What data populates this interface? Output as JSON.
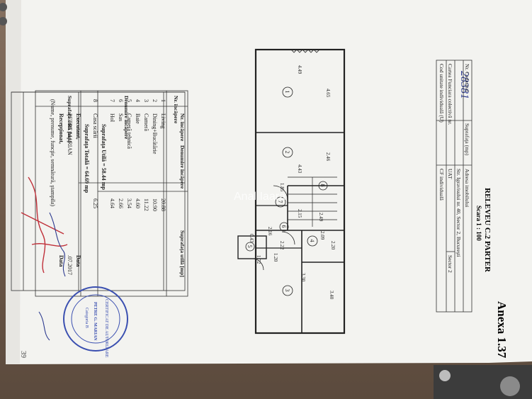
{
  "annex": "Anexa 1.37",
  "title": "RELEVEU C.2 PARTER",
  "scale": "Scara 1 : 100",
  "handwritten_number": "28381",
  "cadastral_table": {
    "rows": [
      [
        "Nr. Cadastral",
        "Suprafaţa (mp)",
        "Adresa imobilului"
      ],
      [
        "",
        "",
        "Str. Igravisului nr. 40, Sector 2, Bucureşti"
      ],
      [
        "Cartea Funciara colectivă nr.",
        "UAT",
        "Sector 2"
      ],
      [
        "Cod unitate individuală (U)",
        "CF individuală",
        ""
      ]
    ]
  },
  "rooms_table": {
    "headers": [
      "Nr. încăpere",
      "Denumire încăpere",
      "Suprafaţa utilă [mp]"
    ],
    "rows": [
      [
        "1",
        "Living",
        "20.88"
      ],
      [
        "2",
        "Dining+Bucătărie",
        "10.90"
      ],
      [
        "3",
        "Cameră",
        "11.22"
      ],
      [
        "4",
        "Baie",
        "4.60"
      ],
      [
        "5",
        "Cameră tehnică",
        "3.54"
      ],
      [
        "6",
        "Sas",
        "2.66"
      ],
      [
        "7",
        "Hol",
        "4.64"
      ]
    ],
    "useful_total": "Suprafaţa Utilă = 58.44 mp",
    "stair_row": [
      "8",
      "Casa scării",
      "6.25"
    ],
    "grand_total": "Suprafaţa Totală = 64.69 mp",
    "executant_label": "Executant,",
    "date_label": "Data",
    "executant_name": "PETRE MARIAN",
    "executant_date": ".07.2017",
    "reception_label": "Recepţionat,",
    "reception_date_label": "Data",
    "reception_note": "(Nume, prenume, funcţie, semnătură, ştampila)"
  },
  "stamp": {
    "outer_text": "CERTIFICAT DE AUTORIZARE",
    "name": "PETRE G. MARIAN",
    "category": "Categoria B"
  },
  "floor_plan": {
    "dims": [
      "4.49",
      "4.65",
      "2.46",
      "4.43",
      "1.85",
      "2.15",
      "2.49",
      "2.09",
      "2.20",
      "3.30",
      "3.40",
      "1.72",
      "1.20",
      "2.16",
      "0.43",
      "2.22"
    ],
    "room_numbers": [
      "1",
      "2",
      "3",
      "4",
      "5",
      "6",
      "7",
      "8"
    ]
  },
  "watermark": "Anal Iaara",
  "page_number": "39"
}
